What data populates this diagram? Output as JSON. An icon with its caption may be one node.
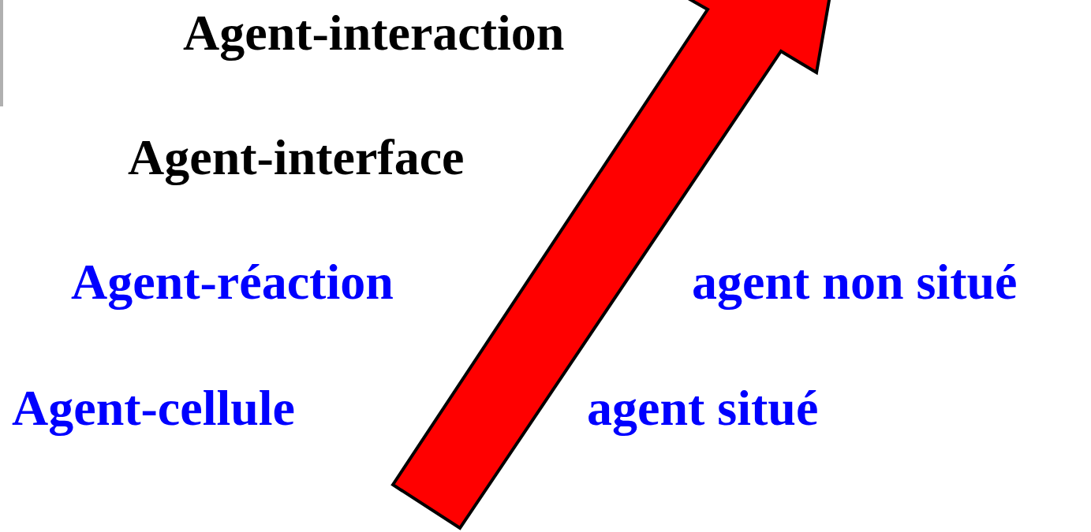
{
  "diagram": {
    "labels": [
      "Agent-interaction",
      "Agent-interface",
      "Agent-réaction",
      "agent non situé",
      "Agent-cellule",
      "agent situé"
    ]
  }
}
